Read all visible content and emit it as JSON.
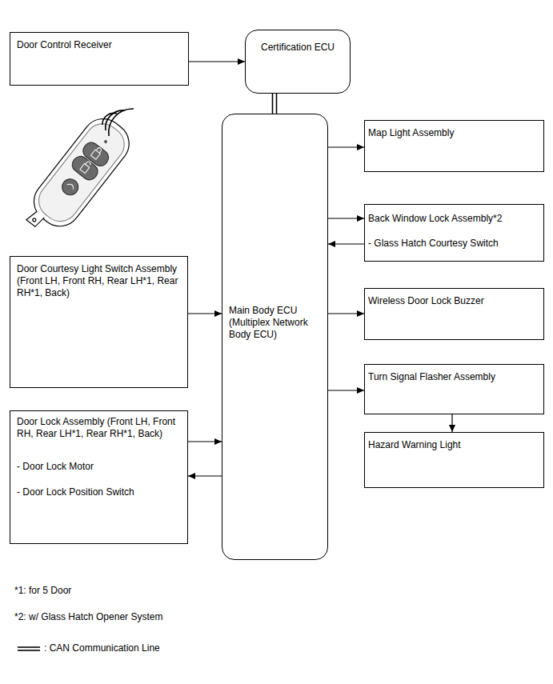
{
  "diagram": {
    "nodes": [
      {
        "text": [
          "Door Control Receiver"
        ]
      },
      {
        "text": [
          "Certification ECU"
        ]
      },
      {
        "text": [
          "Main Body ECU (Multiplex Network Body ECU)"
        ]
      },
      {
        "text": [
          "Map Light Assembly"
        ]
      },
      {
        "text": [
          "Back Window Lock Assembly*2",
          "- Glass Hatch Courtesy Switch"
        ]
      },
      {
        "text": [
          "Door Courtesy Light Switch Assembly (Front LH, Front RH, Rear LH*1, Rear RH*1, Back)"
        ]
      },
      {
        "text": [
          "Wireless Door Lock Buzzer"
        ]
      },
      {
        "text": [
          "Turn Signal Flasher Assembly"
        ]
      },
      {
        "text": [
          "Hazard Warning Light"
        ]
      },
      {
        "text": [
          "Door Lock Assembly (Front LH, Front RH, Rear LH*1, Rear RH*1, Back)",
          "- Door Lock Motor",
          "- Door Lock Position Switch"
        ]
      }
    ],
    "edges": [
      {
        "from": 0,
        "to": 1,
        "arrow": "to"
      },
      {
        "from": 1,
        "to": 2,
        "arrow": "none"
      },
      {
        "from": 2,
        "to": 3,
        "arrow": "to"
      },
      {
        "from": 2,
        "to": 4,
        "arrow": "to"
      },
      {
        "from": 4,
        "to": 2,
        "arrow": "to"
      },
      {
        "from": 5,
        "to": 2,
        "arrow": "to"
      },
      {
        "from": 9,
        "to": 2,
        "arrow": "to"
      },
      {
        "from": 2,
        "to": 9,
        "arrow": "to"
      },
      {
        "from": 2,
        "to": 6,
        "arrow": "to"
      },
      {
        "from": 2,
        "to": 7,
        "arrow": "to"
      },
      {
        "from": 7,
        "to": 8,
        "arrow": "to"
      }
    ],
    "labels": [
      "*1: for 5 Door",
      "*2: w/ Glass Hatch Opener System"
    ],
    "legend": [
      {
        "text": ": CAN Communication Line"
      }
    ]
  }
}
